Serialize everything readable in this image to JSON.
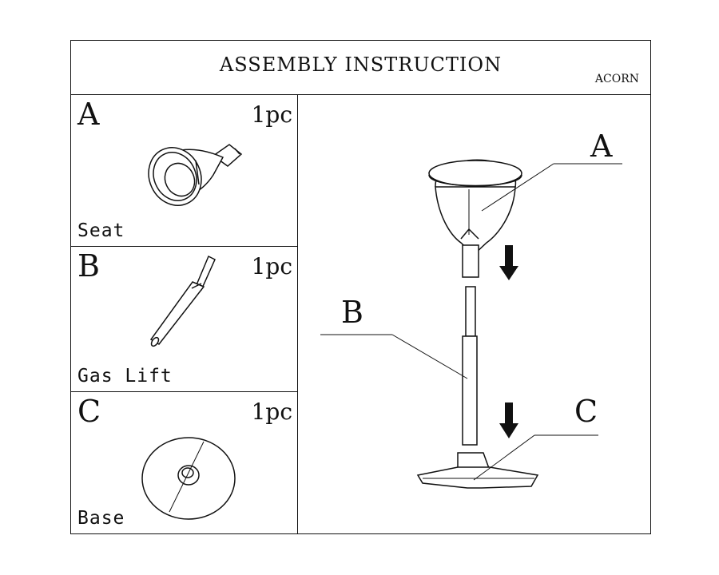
{
  "header": {
    "title": "ASSEMBLY INSTRUCTION",
    "brand": "ACORN"
  },
  "parts": [
    {
      "letter": "A",
      "quantity": "1pc",
      "name": "Seat"
    },
    {
      "letter": "B",
      "quantity": "1pc",
      "name": "Gas Lift"
    },
    {
      "letter": "C",
      "quantity": "1pc",
      "name": "Base"
    }
  ],
  "diagram": {
    "callouts": [
      "A",
      "B",
      "C"
    ]
  }
}
